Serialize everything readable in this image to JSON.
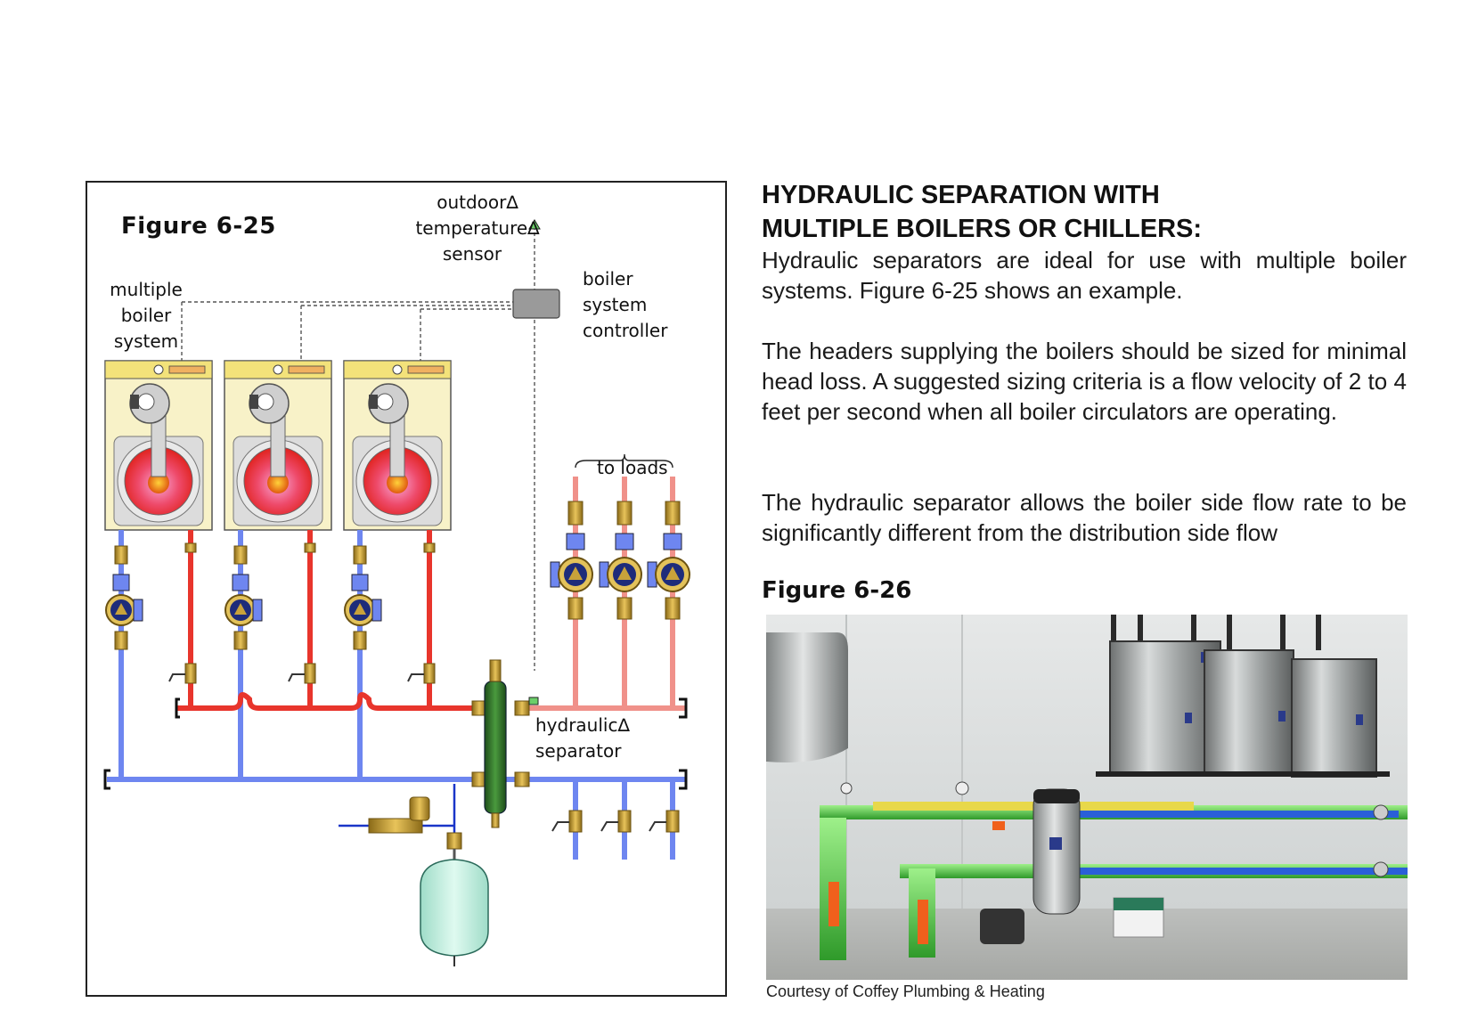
{
  "figure_6_25": {
    "title": "Figure 6-25",
    "labels": {
      "outdoor": "outdoor∆",
      "temperature": "temperature∆",
      "sensor": "sensor",
      "boiler": "boiler",
      "system": "system",
      "controller": "controller",
      "multiple": "multiple",
      "boiler2": "boiler",
      "system2": "system",
      "to_loads": "to loads",
      "hydraulic": "hydraulic∆",
      "separator": "separator"
    },
    "colors": {
      "supply": "#e8352c",
      "supply_light": "#f0918a",
      "return": "#6e86f0",
      "separator": "#2f6e2a",
      "brass": "#c9a23a",
      "controller": "#9a9a9a",
      "tank": "#c9f2e4",
      "boiler_body": "#f8f2c8"
    }
  },
  "text": {
    "heading_line1": "HYDRAULIC SEPARATION WITH",
    "heading_line2": "MULTIPLE BOILERS OR CHILLERS:",
    "para1": "Hydraulic separators are ideal for use with multiple boiler systems. Figure 6-25 shows an example.",
    "para2": "The headers supplying the boilers should be sized for minimal head loss. A suggested sizing criteria is a flow velocity of 2 to 4 feet per second when all boiler circulators are operating.",
    "para3": "The hydraulic separator allows the boiler side flow rate to be significantly different from the distribution side flow"
  },
  "figure_6_26": {
    "title": "Figure 6-26",
    "caption": "Courtesy of Coffey Plumbing & Heating"
  }
}
